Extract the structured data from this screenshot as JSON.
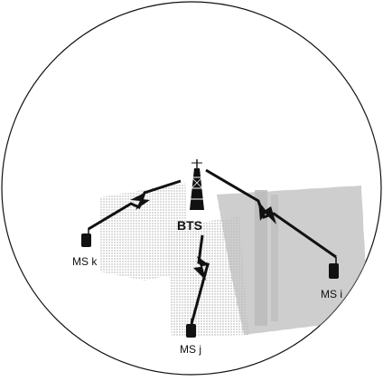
{
  "diagram": {
    "bts": {
      "label": "BTS"
    },
    "mobile_stations": [
      {
        "id": "k",
        "label": "MS k"
      },
      {
        "id": "j",
        "label": "MS j"
      },
      {
        "id": "i",
        "label": "MS i"
      }
    ]
  }
}
